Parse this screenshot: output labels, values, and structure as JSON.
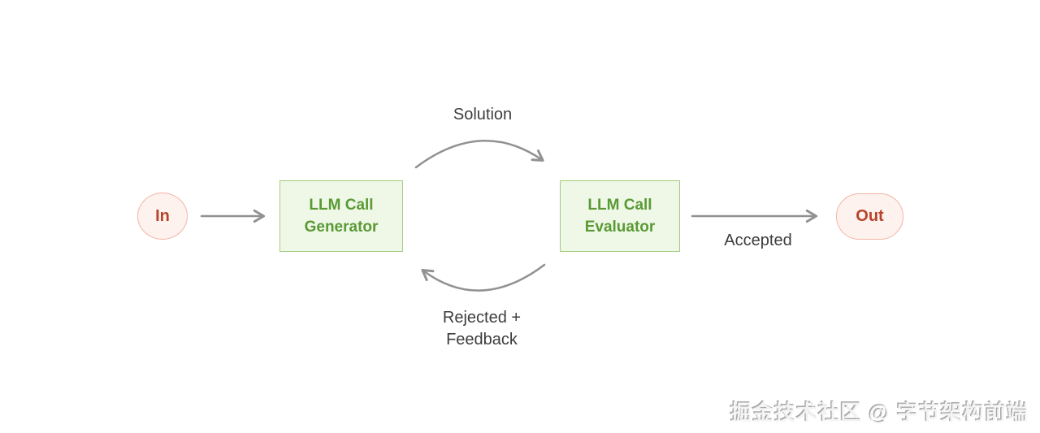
{
  "canvas": {
    "background": "#ffffff"
  },
  "colors": {
    "canvas_bg": "#ffffff",
    "arrow": "#919191",
    "label_text": "#3d3d3d",
    "green_fill": "#eff7e7",
    "green_border": "#a3cc7f",
    "green_text": "#5a9a35",
    "red_fill": "#fdf2ee",
    "red_border": "#f3b5a5",
    "red_text": "#b8432b"
  },
  "nodes": {
    "input": {
      "label": "In"
    },
    "generator": {
      "line1": "LLM Call",
      "line2": "Generator"
    },
    "evaluator": {
      "line1": "LLM Call",
      "line2": "Evaluator"
    },
    "output": {
      "label": "Out"
    }
  },
  "edges": {
    "solution": "Solution",
    "accepted": "Accepted",
    "rejected_line1": "Rejected +",
    "rejected_line2": "Feedback"
  },
  "watermark": {
    "text": "掘金技术社区 @ 字节架构前端"
  }
}
